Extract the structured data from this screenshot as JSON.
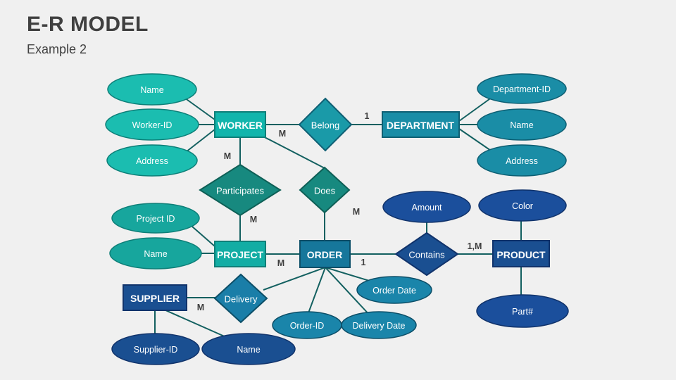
{
  "slide": {
    "title": "E-R MODEL",
    "subtitle": "Example 2",
    "background_color": "#f0f0f0"
  },
  "palette": {
    "teal_bright": "#12b5ac",
    "teal_bright_border": "#0e7f78",
    "teal_mid": "#17a49c",
    "teal_dark": "#17897f",
    "teal_cyan": "#1a9aa8",
    "cyan_dark": "#1a8da6",
    "blue_steel": "#16779b",
    "blue_mid": "#1a7ea8",
    "navy": "#1a4f91",
    "navy_border": "#11336b",
    "line": "#136060",
    "text_dark": "#3f3f3f",
    "white": "#ffffff"
  },
  "entities": [
    {
      "id": "worker",
      "label": "WORKER",
      "fill": "#12b5ac",
      "stroke": "#0e7f78"
    },
    {
      "id": "department",
      "label": "DEPARTMENT",
      "fill": "#1a8da6",
      "stroke": "#0e5f73"
    },
    {
      "id": "project",
      "label": "PROJECT",
      "fill": "#13ada4",
      "stroke": "#0e7f78"
    },
    {
      "id": "order",
      "label": "ORDER",
      "fill": "#16779b",
      "stroke": "#0d4f68"
    },
    {
      "id": "supplier",
      "label": "SUPPLIER",
      "fill": "#1a4f91",
      "stroke": "#11336b"
    },
    {
      "id": "product",
      "label": "PRODUCT",
      "fill": "#1a4f91",
      "stroke": "#11336b"
    }
  ],
  "relationships": [
    {
      "id": "belong",
      "label": "Belong",
      "fill": "#1a9aa8",
      "stroke": "#0e5f73"
    },
    {
      "id": "participates",
      "label": "Participates",
      "fill": "#17897f",
      "stroke": "#0e5f56"
    },
    {
      "id": "does",
      "label": "Does",
      "fill": "#17897f",
      "stroke": "#0e5f56"
    },
    {
      "id": "contains",
      "label": "Contains",
      "fill": "#1a4f91",
      "stroke": "#11336b"
    },
    {
      "id": "delivery",
      "label": "Delivery",
      "fill": "#1a7ea8",
      "stroke": "#0d4f68"
    }
  ],
  "attributes": [
    {
      "id": "worker-name",
      "label": "Name",
      "owner": "worker",
      "fill": "#1bbdb0",
      "stroke": "#0e7f78"
    },
    {
      "id": "worker-id",
      "label": "Worker-ID",
      "owner": "worker",
      "fill": "#1bbdb0",
      "stroke": "#0e7f78"
    },
    {
      "id": "worker-address",
      "label": "Address",
      "owner": "worker",
      "fill": "#1bbdb0",
      "stroke": "#0e7f78"
    },
    {
      "id": "dept-id",
      "label": "Department-ID",
      "owner": "department",
      "fill": "#1a8da6",
      "stroke": "#0e5f73"
    },
    {
      "id": "dept-name",
      "label": "Name",
      "owner": "department",
      "fill": "#1a8da6",
      "stroke": "#0e5f73"
    },
    {
      "id": "dept-address",
      "label": "Address",
      "owner": "department",
      "fill": "#1a8da6",
      "stroke": "#0e5f73"
    },
    {
      "id": "project-id",
      "label": "Project ID",
      "owner": "project",
      "fill": "#17a69d",
      "stroke": "#0e7f78"
    },
    {
      "id": "project-name",
      "label": "Name",
      "owner": "project",
      "fill": "#17a69d",
      "stroke": "#0e7f78"
    },
    {
      "id": "order-date",
      "label": "Order Date",
      "owner": "order",
      "fill": "#1a85aa",
      "stroke": "#0d4f68"
    },
    {
      "id": "order-id",
      "label": "Order-ID",
      "owner": "order",
      "fill": "#1a85aa",
      "stroke": "#0d4f68"
    },
    {
      "id": "delivery-date",
      "label": "Delivery Date",
      "owner": "order",
      "fill": "#1a85aa",
      "stroke": "#0d4f68"
    },
    {
      "id": "amount",
      "label": "Amount",
      "owner": "contains",
      "fill": "#1b4f9c",
      "stroke": "#11336b"
    },
    {
      "id": "color",
      "label": "Color",
      "owner": "product",
      "fill": "#1b4f9c",
      "stroke": "#11336b"
    },
    {
      "id": "part-number",
      "label": "Part#",
      "owner": "product",
      "fill": "#1b4f9c",
      "stroke": "#11336b"
    },
    {
      "id": "supplier-id",
      "label": "Supplier-ID",
      "owner": "supplier",
      "fill": "#1a4f91",
      "stroke": "#11336b"
    },
    {
      "id": "supplier-name",
      "label": "Name",
      "owner": "supplier",
      "fill": "#1a4f91",
      "stroke": "#11336b"
    }
  ],
  "cardinalities": [
    {
      "id": "worker-belong-m",
      "label": "M"
    },
    {
      "id": "belong-department-1",
      "label": "1"
    },
    {
      "id": "worker-participates-m",
      "label": "M"
    },
    {
      "id": "participates-project-m",
      "label": "M"
    },
    {
      "id": "does-order-m",
      "label": "M"
    },
    {
      "id": "project-order-m",
      "label": "M"
    },
    {
      "id": "order-contains-1",
      "label": "1"
    },
    {
      "id": "contains-product-1m",
      "label": "1,M"
    },
    {
      "id": "supplier-delivery-m",
      "label": "M"
    }
  ],
  "labels": {
    "worker": "WORKER",
    "department": "DEPARTMENT",
    "project": "PROJECT",
    "order": "ORDER",
    "supplier": "SUPPLIER",
    "product": "PRODUCT",
    "belong": "Belong",
    "participates": "Participates",
    "does": "Does",
    "contains": "Contains",
    "delivery": "Delivery",
    "worker_name": "Name",
    "worker_id": "Worker-ID",
    "worker_address": "Address",
    "dept_id": "Department-ID",
    "dept_name": "Name",
    "dept_address": "Address",
    "project_id": "Project ID",
    "project_name": "Name",
    "order_date": "Order Date",
    "order_id": "Order-ID",
    "delivery_date": "Delivery Date",
    "amount": "Amount",
    "color": "Color",
    "part_number": "Part#",
    "supplier_id": "Supplier-ID",
    "supplier_name": "Name",
    "card_worker_belong": "M",
    "card_belong_department": "1",
    "card_worker_participates": "M",
    "card_participates_project": "M",
    "card_does_order": "M",
    "card_project_order": "M",
    "card_order_contains": "1",
    "card_contains_product": "1,M",
    "card_supplier_delivery": "M"
  }
}
